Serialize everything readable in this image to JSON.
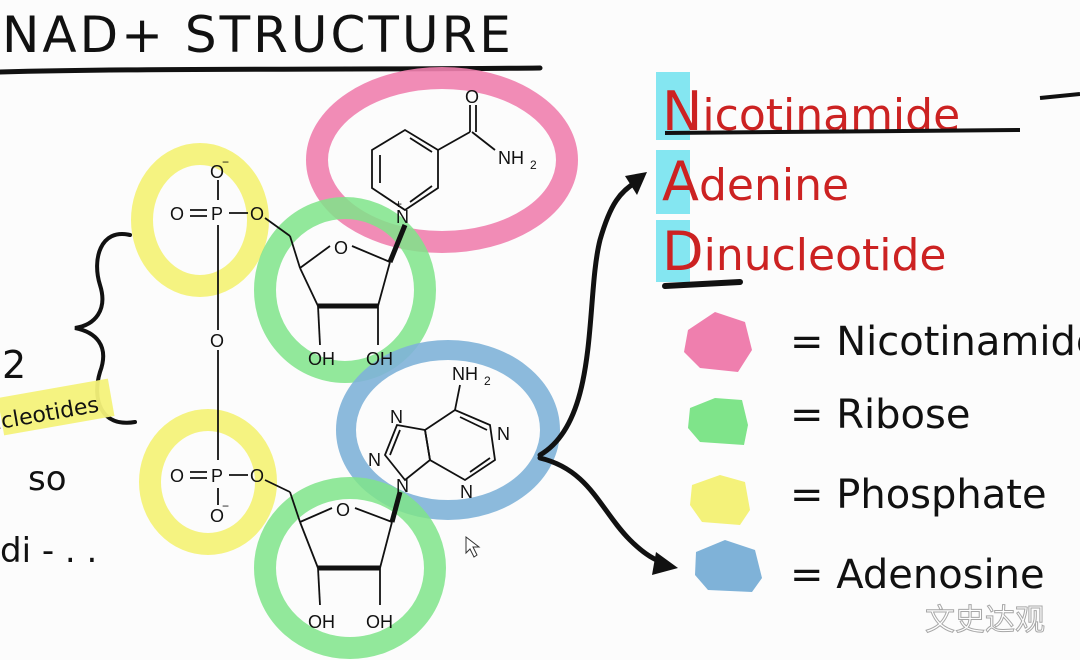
{
  "title": "NAD+ STRUCTURE",
  "side_note": {
    "line1": "2",
    "line2": "nucleotides",
    "line3": "so",
    "line4": "di - . ."
  },
  "molecule": {
    "top_phosphate": {
      "o_minus": "O",
      "minus": "−",
      "o_double": "O",
      "p": "P",
      "o_link": "O"
    },
    "bridge_o": "O",
    "bottom_phosphate": {
      "o_minus": "O",
      "minus": "−",
      "o_double": "O",
      "p": "P",
      "o_link": "O"
    },
    "top_ring_o": "O",
    "bottom_ring_o": "O",
    "top_oh_left": "OH",
    "top_oh_right": "OH",
    "bottom_oh_left": "OH",
    "bottom_oh_right": "OH",
    "nicotinamide": {
      "n": "N",
      "plus": "+",
      "o": "O",
      "nh2": "NH",
      "nh2_sub": "2"
    },
    "adenine": {
      "nh2": "NH",
      "nh2_sub": "2",
      "n_labels": [
        "N",
        "N",
        "N",
        "N",
        "N"
      ]
    }
  },
  "acronym": {
    "n_letter": "N",
    "n_rest": "icotinamide",
    "a_letter": "A",
    "a_rest": "denine",
    "d_letter": "D",
    "d_rest": "inucleotide"
  },
  "legend": [
    {
      "color": "#ef7fae",
      "label": "= Nicotinamide"
    },
    {
      "color": "#7fe48a",
      "label": "= Ribose"
    },
    {
      "color": "#f4f27a",
      "label": "= Phosphate"
    },
    {
      "color": "#7fb2d8",
      "label": "= Adenosine"
    }
  ],
  "watermark": "文史达观",
  "colors": {
    "pink": "#ef7fae",
    "green": "#7fe48a",
    "yellow": "#f4f27a",
    "blue": "#7fb2d8",
    "red_text": "#cc2222",
    "cyan_highlight": "#6fe2ef"
  }
}
